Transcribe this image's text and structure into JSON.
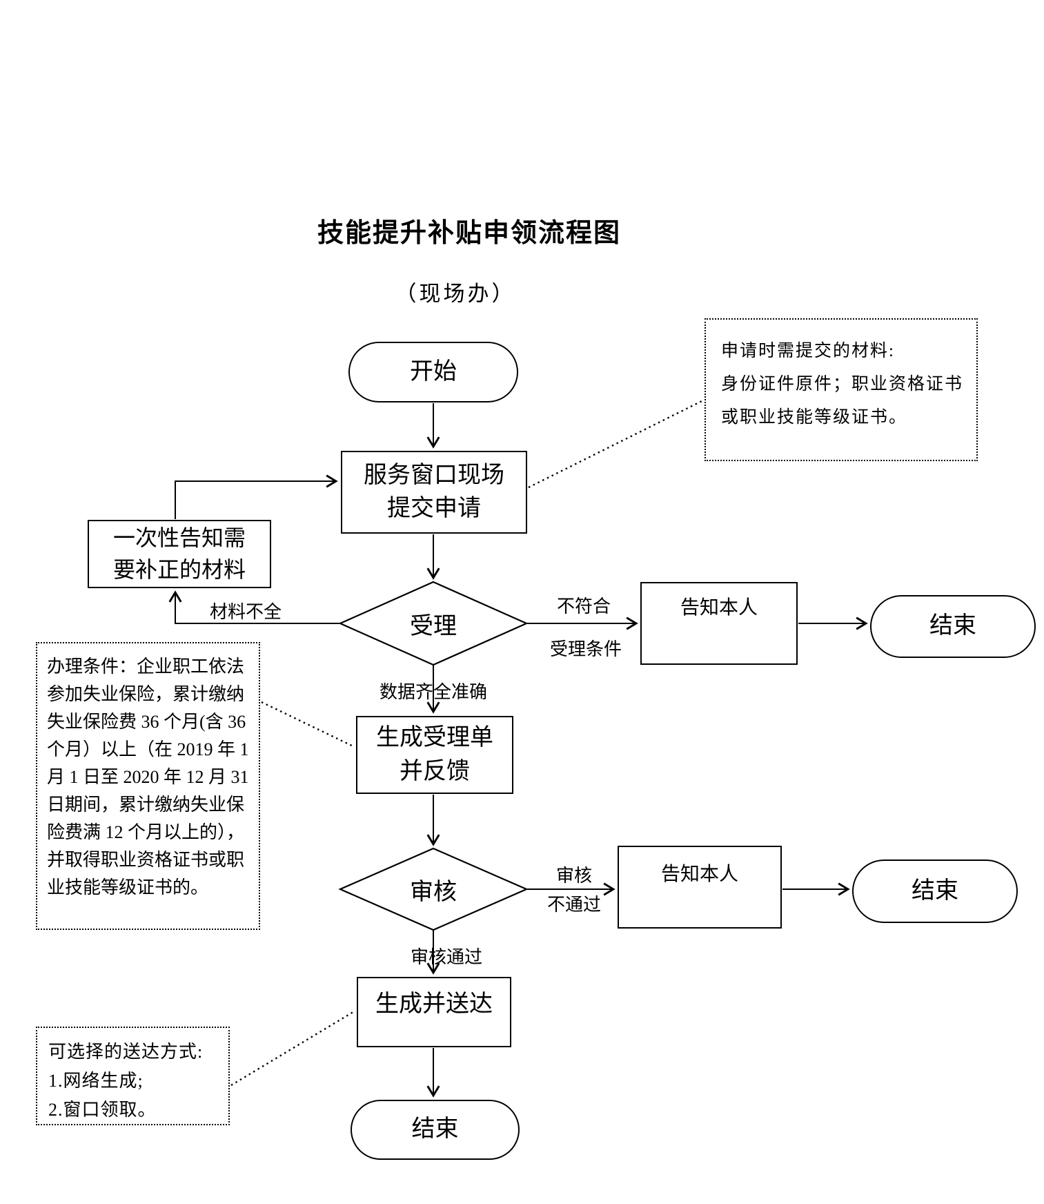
{
  "title": "技能提升补贴申领流程图",
  "subtitle": "（现场办）",
  "flowchart": {
    "nodes": {
      "start": "开始",
      "submit": "服务窗口现场\n提交申请",
      "notify_correction": "一次性告知需\n要补正的材料",
      "accept": "受理",
      "notify_person_1": "告知本人",
      "end_1": "结束",
      "receipt": "生成受理单\n并反馈",
      "review": "审核",
      "notify_person_2": "告知本人",
      "end_2": "结束",
      "deliver": "生成并送达",
      "end_3": "结束"
    },
    "edge_labels": {
      "materials_incomplete": "材料不全",
      "not_eligible_line1": "不符合",
      "not_eligible_line2": "受理条件",
      "data_complete": "数据齐全准确",
      "review_fail_line1": "审核",
      "review_fail_line2": "不通过",
      "review_pass": "审核通过"
    },
    "notes": {
      "materials": "申请时需提交的材料:\n身份证件原件；职业资格证书\n或职业技能等级证书。",
      "conditions": "办理条件：企业职工依法\n参加失业保险，累计缴纳\n失业保险费 36 个月(含 36\n个月）以上（在 2019 年 1\n月 1 日至 2020 年 12 月 31\n日期间，累计缴纳失业保\n险费满 12 个月以上的），\n并取得职业资格证书或职\n业技能等级证书的。",
      "delivery": "可选择的送达方式:\n1.网络生成;\n2.窗口领取。"
    },
    "colors": {
      "line": "#000000",
      "text": "#000000",
      "background": "#ffffff"
    }
  }
}
